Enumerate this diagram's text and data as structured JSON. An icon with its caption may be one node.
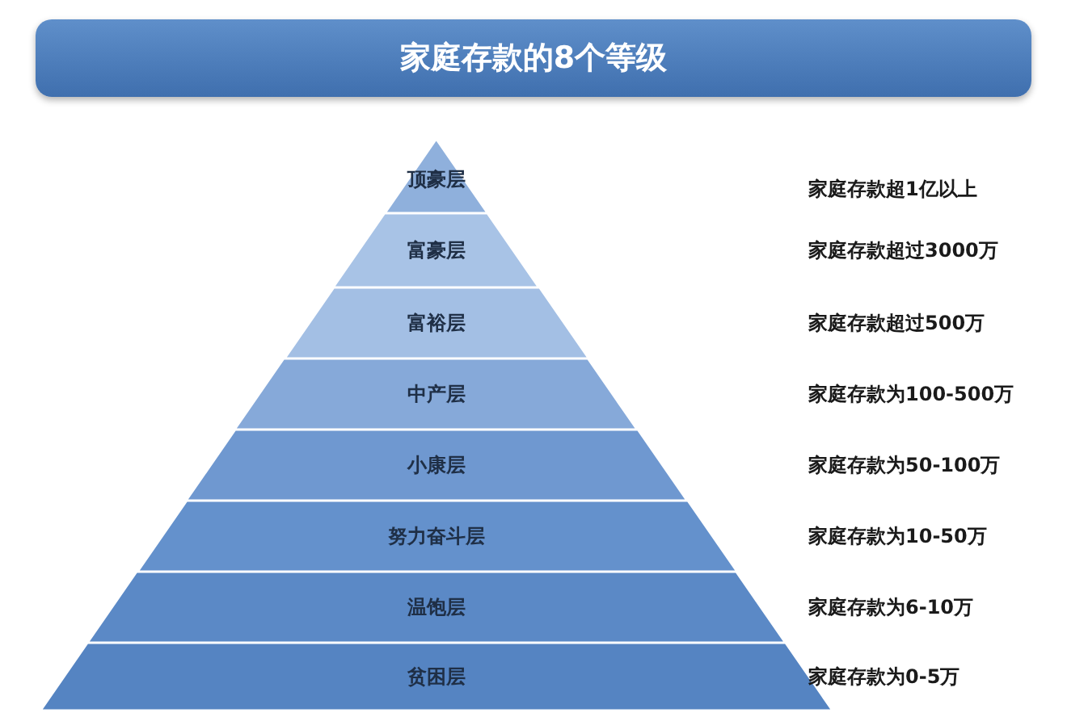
{
  "diagram": {
    "title": "家庭存款的8个等级",
    "nodes": [
      {
        "text": [
          "顶豪层"
        ]
      },
      {
        "text": [
          "富豪层"
        ]
      },
      {
        "text": [
          "富裕层"
        ]
      },
      {
        "text": [
          "中产层"
        ]
      },
      {
        "text": [
          "小康层"
        ]
      },
      {
        "text": [
          "努力奋斗层"
        ]
      },
      {
        "text": [
          "温饱层"
        ]
      },
      {
        "text": [
          "贫困层"
        ]
      }
    ],
    "edges": [],
    "labels": [
      "家庭存款超1亿以上",
      "家庭存款超过3000万",
      "家庭存款超过500万",
      "家庭存款为100-500万",
      "家庭存款为50-100万",
      "家庭存款为10-50万",
      "家庭存款为6-10万",
      "家庭存款为0-5万"
    ]
  }
}
